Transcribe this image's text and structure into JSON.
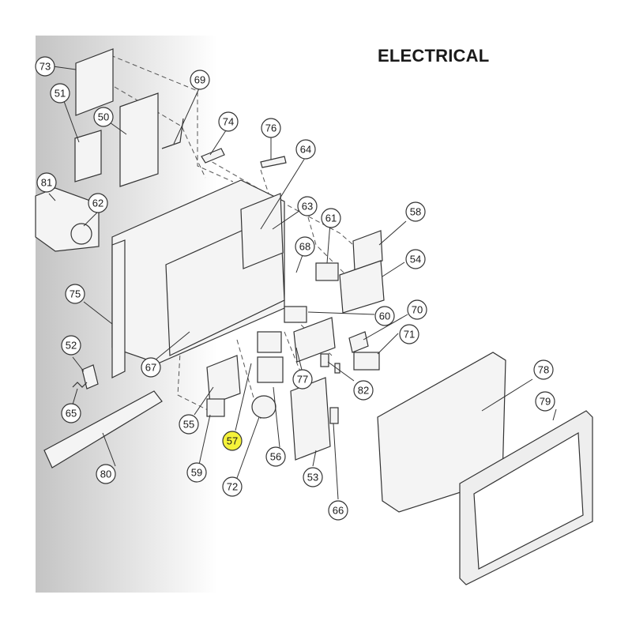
{
  "title": "ELECTRICAL",
  "colors": {
    "line": "#333333",
    "part_fill": "#f4f4f4",
    "callout_stroke": "#333333",
    "callout_fill": "#ffffff",
    "highlight": "#f5f23a",
    "gradient_left": "#c9c9c9",
    "gradient_right": "#ffffff"
  },
  "callouts": [
    {
      "label": "73"
    },
    {
      "label": "51"
    },
    {
      "label": "50"
    },
    {
      "label": "69"
    },
    {
      "label": "74"
    },
    {
      "label": "76"
    },
    {
      "label": "64"
    },
    {
      "label": "81"
    },
    {
      "label": "62"
    },
    {
      "label": "63"
    },
    {
      "label": "61"
    },
    {
      "label": "58"
    },
    {
      "label": "68"
    },
    {
      "label": "54"
    },
    {
      "label": "75"
    },
    {
      "label": "70"
    },
    {
      "label": "60"
    },
    {
      "label": "71"
    },
    {
      "label": "52"
    },
    {
      "label": "67"
    },
    {
      "label": "77"
    },
    {
      "label": "82"
    },
    {
      "label": "78"
    },
    {
      "label": "65"
    },
    {
      "label": "55"
    },
    {
      "label": "79"
    },
    {
      "label": "57",
      "highlighted": true
    },
    {
      "label": "56"
    },
    {
      "label": "59"
    },
    {
      "label": "80"
    },
    {
      "label": "72"
    },
    {
      "label": "53"
    },
    {
      "label": "66"
    }
  ]
}
